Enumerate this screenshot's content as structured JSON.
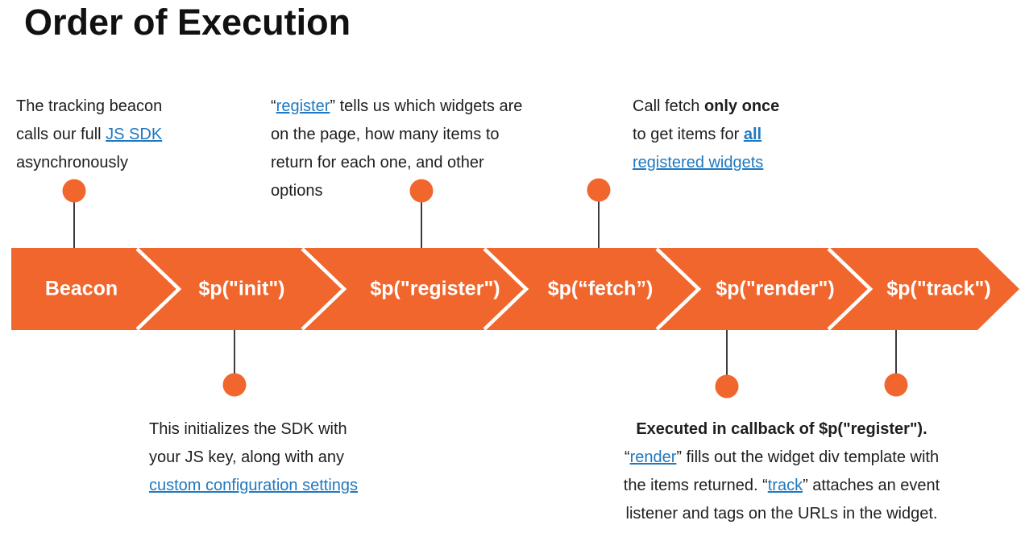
{
  "title": "Order of Execution",
  "colors": {
    "arrow_orange": "#F0662D",
    "link_blue": "#2079C0",
    "body_text": "#1E1E1E",
    "connector_line": "#3C3C3C",
    "banner_text": "#FFFFFF"
  },
  "banner": {
    "segments": [
      {
        "label": "Beacon"
      },
      {
        "label": "$p(\"init\")"
      },
      {
        "label": "$p(\"register\")"
      },
      {
        "label": "$p(“fetch”)"
      },
      {
        "label": "$p(\"render\")"
      },
      {
        "label": "$p(\"track\")"
      }
    ]
  },
  "annotations": {
    "top_left": {
      "l1": "The tracking beacon",
      "l2a": "calls our full ",
      "l2_link": "JS SDK",
      "l3": "asynchronously"
    },
    "top_middle": {
      "q1": "“",
      "link": "register",
      "l1b": "” tells us which widgets are",
      "l2": "on the page, how many items to",
      "l3": "return for each one, and other",
      "l4": "options"
    },
    "top_right": {
      "l1a": "Call fetch ",
      "l1b": "only once",
      "l2a": "to get items for ",
      "l2_link": "all",
      "l3_link": "registered widgets"
    },
    "bottom_left": {
      "l1": "This initializes the SDK with",
      "l2": "your JS key, along with any",
      "l3_link": "custom configuration settings"
    },
    "bottom_right": {
      "l1": "Executed in callback of $p(\"register\").",
      "l2a": "“",
      "l2_link": "render",
      "l2b": "” fills out the widget div template with",
      "l3a": "the items returned. “",
      "l3_link": "track",
      "l3b": "”  attaches an event",
      "l4": "listener and tags on the URLs in the widget."
    }
  }
}
